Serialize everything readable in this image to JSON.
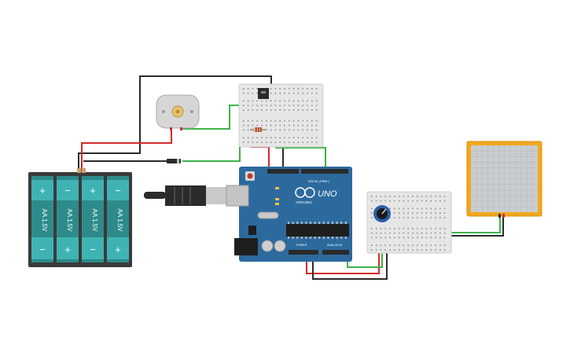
{
  "canvas": {
    "background": "#ffffff"
  },
  "battery_pack": {
    "cells": [
      {
        "label": "AA 1.5V",
        "top_symbol": "+",
        "bottom_symbol": "−",
        "orientation": "top-plus"
      },
      {
        "label": "AA 1.5V",
        "top_symbol": "−",
        "bottom_symbol": "+",
        "orientation": "top-minus"
      },
      {
        "label": "AA 1.5V",
        "top_symbol": "+",
        "bottom_symbol": "−",
        "orientation": "top-plus"
      },
      {
        "label": "AA 1.5V",
        "top_symbol": "−",
        "bottom_symbol": "+",
        "orientation": "top-minus"
      }
    ],
    "colors": {
      "case": "#3a3a3a",
      "cell": "#2e8b8b",
      "cell_accent": "#3fb3b3"
    }
  },
  "arduino": {
    "model_label": "UNO",
    "brand_label": "ARDUINO",
    "digital_label": "DIGITAL (PWM~)",
    "power_label": "POWER",
    "analog_label": "ANALOG IN",
    "colors": {
      "board": "#2c6a9e",
      "board_dark": "#1f5582",
      "header": "#2a2a2a"
    }
  },
  "breadboards": [
    {
      "name": "breadboard-top"
    },
    {
      "name": "breadboard-right"
    }
  ],
  "motor": {
    "name": "dc-motor"
  },
  "lcd_panel": {
    "colors": {
      "frame": "#f2a81d",
      "screen": "#c9cdd0"
    }
  },
  "wire_colors": {
    "red": "#d42a2a",
    "black": "#2b2b2b",
    "green": "#3cb34a"
  },
  "icons": [
    "battery-pack-icon",
    "usb-cable-icon",
    "dc-motor-icon",
    "transistor-icon",
    "resistor-icon",
    "diode-icon",
    "potentiometer-icon",
    "arduino-board-icon",
    "breadboard-icon",
    "lcd-display-icon"
  ]
}
